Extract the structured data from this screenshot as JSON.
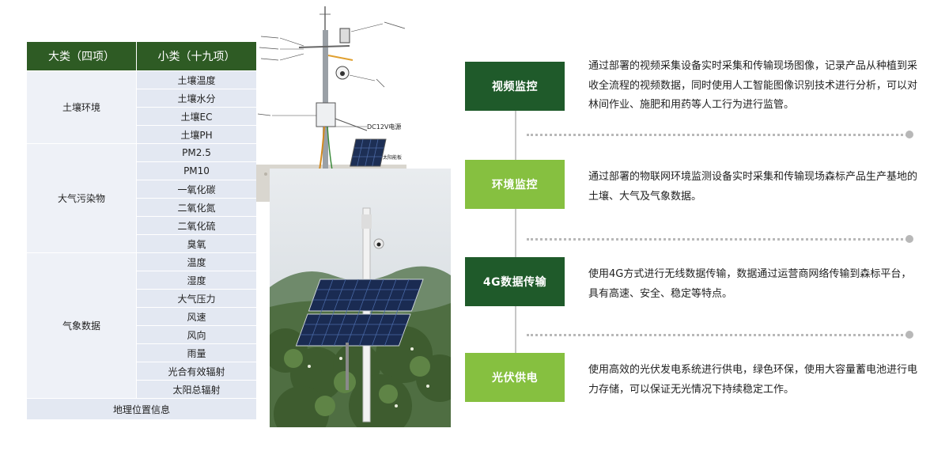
{
  "table": {
    "headers": [
      "大类（四项）",
      "小类（十九项）"
    ],
    "groups": [
      {
        "category": "土壤环境",
        "items": [
          "土壤温度",
          "土壤水分",
          "土壤EC",
          "土壤PH"
        ]
      },
      {
        "category": "大气污染物",
        "items": [
          "PM2.5",
          "PM10",
          "一氧化碳",
          "二氧化氮",
          "二氧化硫",
          "臭氧"
        ]
      },
      {
        "category": "气象数据",
        "items": [
          "温度",
          "湿度",
          "大气压力",
          "风速",
          "风向",
          "雨量",
          "光合有效辐射",
          "太阳总辐射"
        ]
      }
    ],
    "footer": "地理位置信息"
  },
  "diagram_labels": {
    "dc": "DC12V电源",
    "solar": "太阳能板"
  },
  "features": [
    {
      "title": "视频监控",
      "style": "dark",
      "desc": "通过部署的视频采集设备实时采集和传输现场图像，记录产品从种植到采收全流程的视频数据，同时使用人工智能图像识别技术进行分析，可以对林间作业、施肥和用药等人工行为进行监管。"
    },
    {
      "title": "环境监控",
      "style": "light",
      "desc": "通过部署的物联网环境监测设备实时采集和传输现场森标产品生产基地的土壤、大气及气象数据。"
    },
    {
      "title": "4G数据传输",
      "style": "dark",
      "desc": "使用4G方式进行无线数据传输，数据通过运营商网络传输到森标平台，具有高速、安全、稳定等特点。"
    },
    {
      "title": "光伏供电",
      "style": "light",
      "desc": "使用高效的光伏发电系统进行供电，绿色环保，使用大容量蓄电池进行电力存储，可以保证无光情况下持续稳定工作。"
    }
  ],
  "colors": {
    "dark_green": "#1f5a2a",
    "light_green": "#86c040",
    "header_green": "#2e5b24"
  }
}
